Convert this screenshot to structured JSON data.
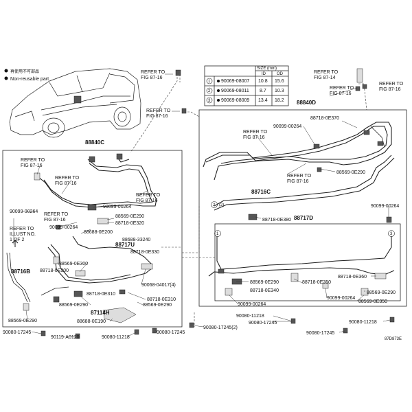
{
  "legend": {
    "line1": "再使用不可部品",
    "line2": "Non-reusable part"
  },
  "size_table": {
    "header_size": "SIZE (mm)",
    "col_id": "ID",
    "col_od": "OD",
    "rows": [
      {
        "no": "1",
        "part": "90069-08007",
        "id": "10.8",
        "od": "15.6"
      },
      {
        "no": "2",
        "part": "90069-08011",
        "id": "8.7",
        "od": "10.3"
      },
      {
        "no": "3",
        "part": "90069-08009",
        "id": "13.4",
        "od": "18.2"
      }
    ]
  },
  "labels": {
    "refer_top_left": "REFER TO",
    "fig_top_left": "FIG 87-16",
    "refer_mid": "REFER TO",
    "fig_mid": "FIG 87-16",
    "refer_tr1": "REFER TO",
    "fig_tr1": "FIG 87-14",
    "refer_tr2": "REFER TO",
    "fig_tr2": "FIG 87-16",
    "refer_tr3": "REFER TO",
    "fig_tr3": "FIG 87-16",
    "refer_r1": "REFER TO",
    "fig_r1": "FIG 87-16",
    "refer_r2": "REFER TO",
    "fig_r2": "FIG 87-16",
    "refer_l1": "REFER TO",
    "fig_l1": "FIG 87-16",
    "refer_l2": "REFER TO",
    "fig_l2": "FIG 87-16",
    "refer_l3": "REFER TO",
    "fig_l3": "FIG 87-16",
    "refer_l4": "REFER TO",
    "fig_l4": "FIG 87-16",
    "refer_illust": "REFER TO",
    "illust_no": "ILLUST NO.",
    "illust_of": "1 OF 2",
    "p88840C": "88840C",
    "p88840D": "88840D",
    "p88716C": "88716C",
    "p88717D": "88717D",
    "p88717U": "88717U",
    "p88716B": "88716B",
    "p87114H": "87114H",
    "p88718_0E370": "88718-0E370",
    "p90099_00264_a": "90099-00264",
    "p88569_0E290_a": "88569-0E290",
    "p90099_00264_b": "90099-00264",
    "p90099_00264_c": "90099-00264",
    "p90099_00264_d": "90099-00264",
    "p90099_00264_e": "90099-00264",
    "p88569_0E290_b": "88569-0E290",
    "p88718_0E320": "88718-0E320",
    "p88688_0E200": "88688-0E200",
    "p88688_33240": "88688-33240",
    "p88718_0E330": "88718-0E330",
    "p88569_0E300": "88569-0E300",
    "p88718_0E300": "88718-0E300",
    "p90068_04017": "90068-04017(4)",
    "p88718_0E310_a": "88718-0E310",
    "p88718_0E310_b": "88718-0E310",
    "p88569_0E290_c": "88569-0E290",
    "p88569_0E290_d": "88569-0E290",
    "p88688_0E190": "88688-0E190",
    "p88569_0E290_e": "88569-0E290",
    "p90080_17245_a": "90080-17245",
    "p90119_A0120": "90119-A0120",
    "p90080_11218_a": "90080-11218",
    "p90080_17245_b": "90080-17245",
    "p88718_0E380": "88718-0E380",
    "p90099_00264_f": "90099-00264",
    "p88569_0E290_f": "88569-0E290",
    "p88718_0E340": "88718-0E340",
    "p88718_0E350": "88718-0E350",
    "p88718_0E360": "88718-0E360",
    "p88569_0E290_g": "88569-0E290",
    "p88569_0E350": "88569-0E350",
    "p90099_00264_g": "90099-00264",
    "p90080_11218_b": "90080-11218",
    "p90080_17245_c": "90080-17245(2)",
    "p90080_17245_d": "90080-17245",
    "p90080_11218_c": "90080-11218",
    "p90080_17245_e": "90080-17245",
    "callout_2_3": "(2)",
    "figure_code": "87D873E"
  }
}
